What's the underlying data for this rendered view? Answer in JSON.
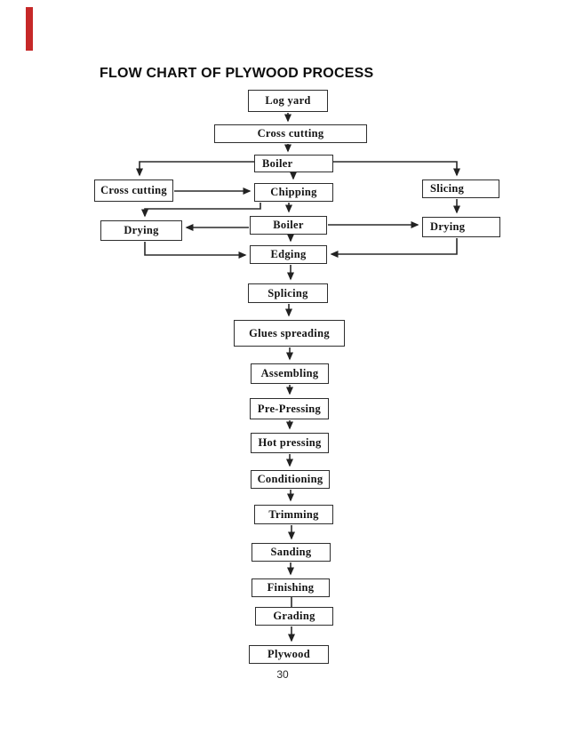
{
  "title": "FLOW CHART OF PLYWOOD PROCESS",
  "page_number": "30",
  "colors": {
    "line": "#2a2a2a",
    "box_border": "#2e2e2e",
    "red_marker": "#c62828",
    "background": "#ffffff"
  },
  "nodes": {
    "log_yard": "Log yard",
    "cross_cutting_top": "Cross cutting",
    "boiler_top": "Boiler",
    "cross_cutting_left": "Cross cutting",
    "chipping": "Chipping",
    "slicing": "Slicing",
    "boiler_mid": "Boiler",
    "drying_left": "Drying",
    "drying_right": "Drying",
    "edging": "Edging",
    "splicing": "Splicing",
    "glues_spreading": "Glues spreading",
    "assembling": "Assembling",
    "pre_pressing": "Pre-Pressing",
    "hot_pressing": "Hot pressing",
    "conditioning": "Conditioning",
    "trimming": "Trimming",
    "sanding": "Sanding",
    "finishing": "Finishing",
    "grading": "Grading",
    "plywood": "Plywood"
  }
}
